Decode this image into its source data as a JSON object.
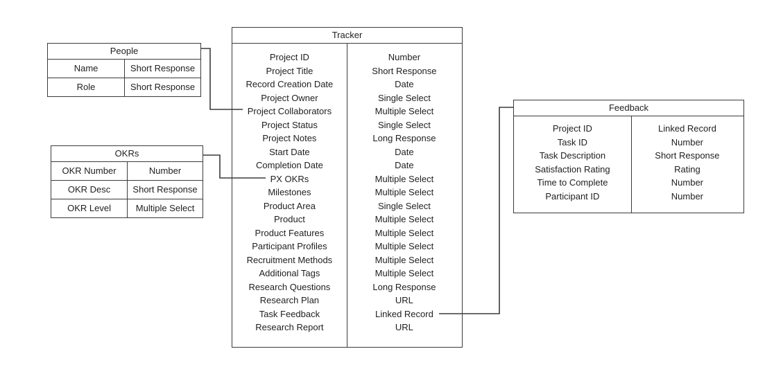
{
  "diagram": {
    "kind": "database-schema-diagram",
    "colors": {
      "background": "#ffffff",
      "line": "#3a3a3a",
      "text": "#1e1e1e"
    }
  },
  "tables": {
    "people": {
      "title": "People",
      "rows": [
        [
          "Name",
          "Short Response"
        ],
        [
          "Role",
          "Short Response"
        ]
      ]
    },
    "okrs": {
      "title": "OKRs",
      "rows": [
        [
          "OKR Number",
          "Number"
        ],
        [
          "OKR Desc",
          "Short Response"
        ],
        [
          "OKR Level",
          "Multiple Select"
        ]
      ]
    },
    "tracker": {
      "title": "Tracker",
      "rows": [
        [
          "Project ID",
          "Number"
        ],
        [
          "Project Title",
          "Short Response"
        ],
        [
          "Record Creation Date",
          "Date"
        ],
        [
          "Project Owner",
          "Single Select"
        ],
        [
          "Project Collaborators",
          "Multiple Select"
        ],
        [
          "Project Status",
          "Single Select"
        ],
        [
          "Project Notes",
          "Long Response"
        ],
        [
          "Start Date",
          "Date"
        ],
        [
          "Completion Date",
          "Date"
        ],
        [
          "PX OKRs",
          "Multiple Select"
        ],
        [
          "Milestones",
          "Multiple Select"
        ],
        [
          "Product Area",
          "Single Select"
        ],
        [
          "Product",
          "Multiple Select"
        ],
        [
          "Product Features",
          "Multiple Select"
        ],
        [
          "Participant Profiles",
          "Multiple Select"
        ],
        [
          "Recruitment Methods",
          "Multiple Select"
        ],
        [
          "Additional Tags",
          "Multiple Select"
        ],
        [
          "Research Questions",
          "Long Response"
        ],
        [
          "Research Plan",
          "URL"
        ],
        [
          "Task Feedback",
          "Linked Record"
        ],
        [
          "Research Report",
          "URL"
        ]
      ]
    },
    "feedback": {
      "title": "Feedback",
      "rows": [
        [
          "Project ID",
          "Linked Record"
        ],
        [
          "Task ID",
          "Number"
        ],
        [
          "Task Description",
          "Short Response"
        ],
        [
          "Satisfaction Rating",
          "Rating"
        ],
        [
          "Time to Complete",
          "Number"
        ],
        [
          "Participant ID",
          "Number"
        ]
      ]
    }
  },
  "connections": [
    {
      "from": "People",
      "to": "Tracker",
      "to_field": "Project Collaborators"
    },
    {
      "from": "OKRs",
      "to": "Tracker",
      "to_field": "PX OKRs"
    },
    {
      "from": "Tracker",
      "from_field": "Task Feedback (Linked Record)",
      "to": "Feedback"
    }
  ]
}
